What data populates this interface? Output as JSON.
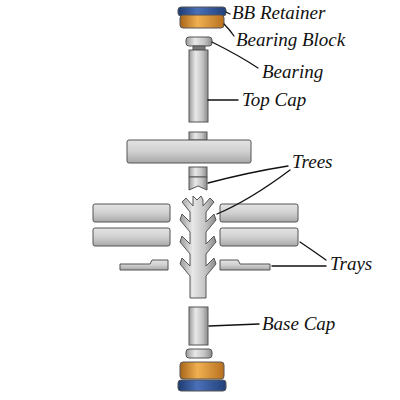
{
  "diagram": {
    "labels": [
      "BB Retainer",
      "Bearing Block",
      "Bearing",
      "Top Cap",
      "Trees",
      "Trays",
      "Base Cap"
    ]
  }
}
